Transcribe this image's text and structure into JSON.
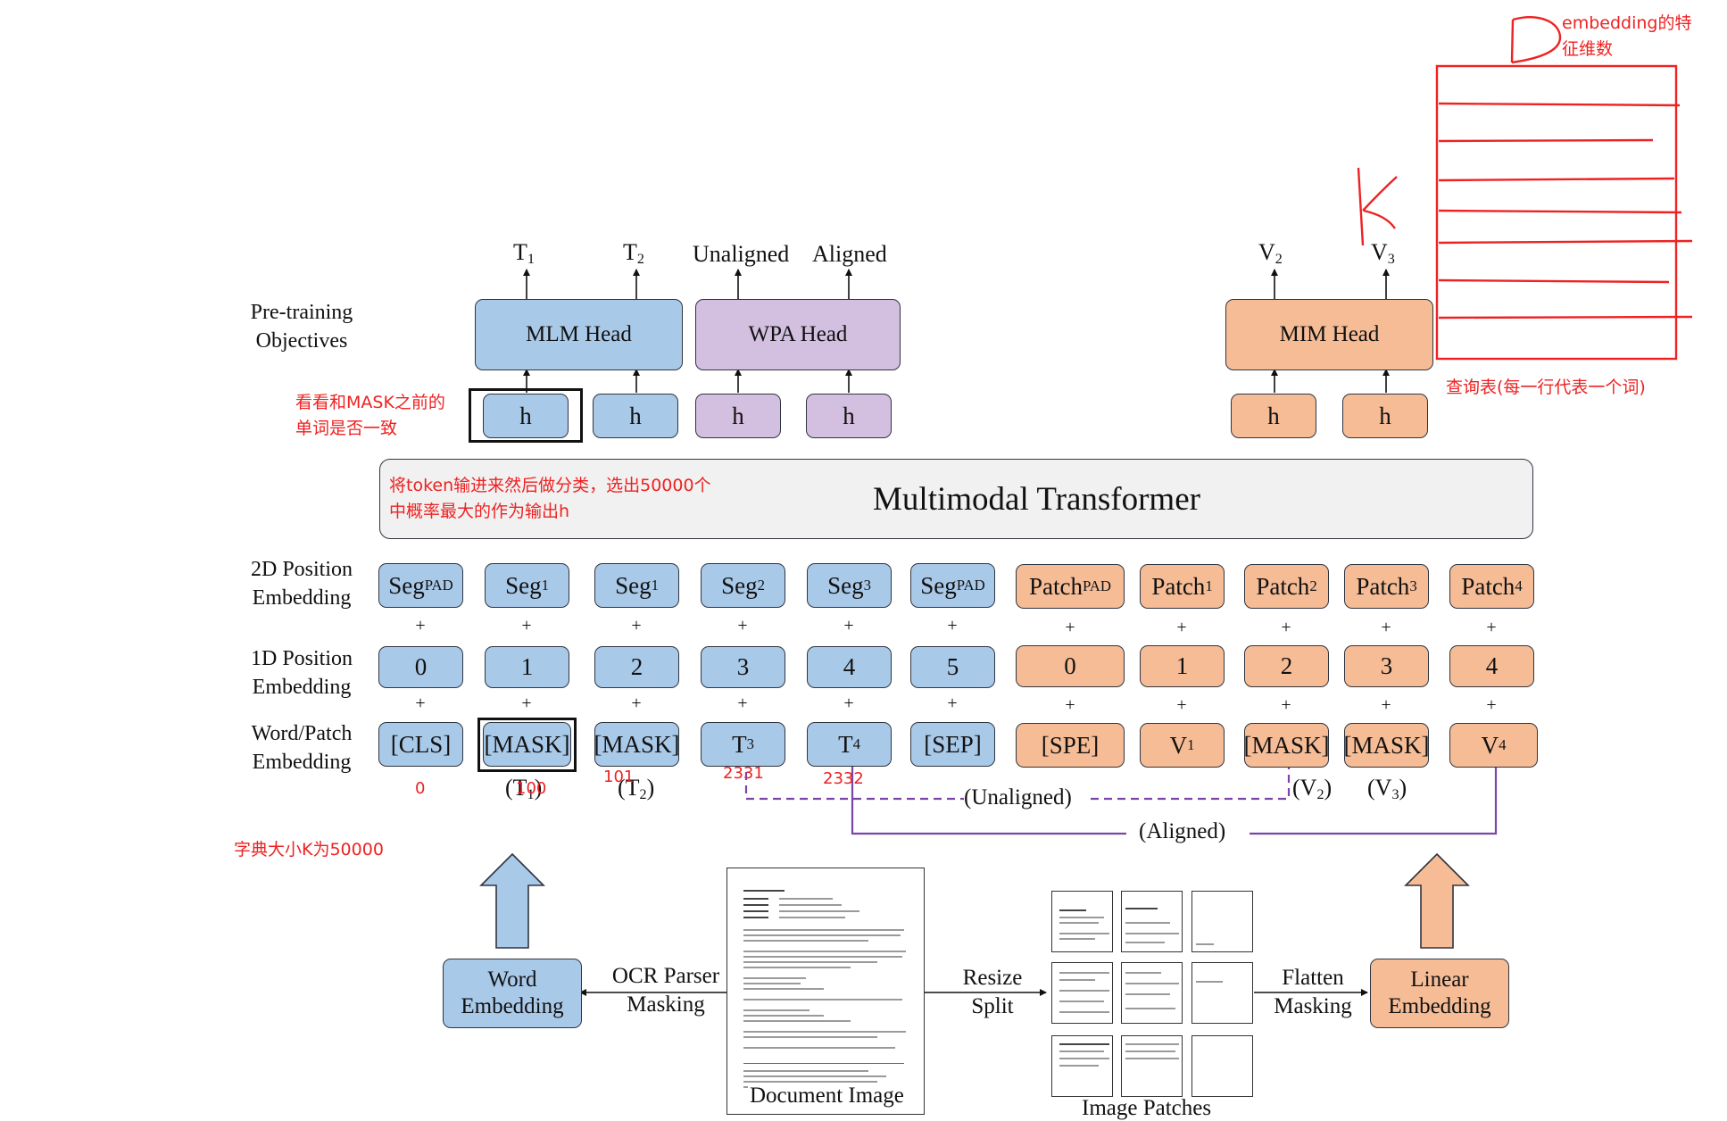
{
  "labels": {
    "pretraining": "Pre-training\nObjectives",
    "pos2d": "2D Position\nEmbedding",
    "pos1d": "1D Position\nEmbedding",
    "wordpatch": "Word/Patch\nEmbedding"
  },
  "outputs": {
    "t1": {
      "main": "T",
      "sub": "1"
    },
    "t2": {
      "main": "T",
      "sub": "2"
    },
    "unaligned": "Unaligned",
    "aligned": "Aligned",
    "v2": {
      "main": "V",
      "sub": "2"
    },
    "v3": {
      "main": "V",
      "sub": "3"
    }
  },
  "heads": {
    "mlm": "MLM Head",
    "wpa": "WPA Head",
    "mim": "MIM Head"
  },
  "h_label": "h",
  "transformer": "Multimodal Transformer",
  "plus": "+",
  "text_tokens": [
    {
      "seg": {
        "main": "Seg",
        "sub": "PAD"
      },
      "pos": "0",
      "emb": {
        "main": "[CLS]",
        "sub": ""
      }
    },
    {
      "seg": {
        "main": "Seg",
        "sub": "1"
      },
      "pos": "1",
      "emb": {
        "main": "[MASK]",
        "sub": ""
      }
    },
    {
      "seg": {
        "main": "Seg",
        "sub": "1"
      },
      "pos": "2",
      "emb": {
        "main": "[MASK]",
        "sub": ""
      }
    },
    {
      "seg": {
        "main": "Seg",
        "sub": "2"
      },
      "pos": "3",
      "emb": {
        "main": "T",
        "sub": "3"
      }
    },
    {
      "seg": {
        "main": "Seg",
        "sub": "3"
      },
      "pos": "4",
      "emb": {
        "main": "T",
        "sub": "4"
      }
    },
    {
      "seg": {
        "main": "Seg",
        "sub": "PAD"
      },
      "pos": "5",
      "emb": {
        "main": "[SEP]",
        "sub": ""
      }
    }
  ],
  "image_tokens": [
    {
      "seg": {
        "main": "Patch",
        "sub": "PAD"
      },
      "pos": "0",
      "emb": {
        "main": "[SPE]",
        "sub": ""
      }
    },
    {
      "seg": {
        "main": "Patch",
        "sub": "1"
      },
      "pos": "1",
      "emb": {
        "main": "V",
        "sub": "1"
      }
    },
    {
      "seg": {
        "main": "Patch",
        "sub": "2"
      },
      "pos": "2",
      "emb": {
        "main": "[MASK]",
        "sub": ""
      }
    },
    {
      "seg": {
        "main": "Patch",
        "sub": "3"
      },
      "pos": "3",
      "emb": {
        "main": "[MASK]",
        "sub": ""
      }
    },
    {
      "seg": {
        "main": "Patch",
        "sub": "4"
      },
      "pos": "4",
      "emb": {
        "main": "V",
        "sub": "4"
      }
    }
  ],
  "under_labels": {
    "t1": {
      "main": "(T",
      "sub": "1",
      "end": ")"
    },
    "t2": {
      "main": "(T",
      "sub": "2",
      "end": ")"
    },
    "v2": {
      "main": "(V",
      "sub": "2",
      "end": ")"
    },
    "v3": {
      "main": "(V",
      "sub": "3",
      "end": ")"
    },
    "unaligned": "(Unaligned)",
    "aligned": "(Aligned)"
  },
  "bottom": {
    "word_embedding": "Word\nEmbedding",
    "ocr": "OCR Parser\nMasking",
    "document_image": "Document Image",
    "resize": "Resize\nSplit",
    "image_patches": "Image Patches",
    "flatten": "Flatten\nMasking",
    "linear_embedding": "Linear\nEmbedding"
  },
  "annotations": {
    "same_word": "看看和MASK之前的\n单词是否一致",
    "token_note": "将token输进来然后做分类，选出50000个\n中概率最大的作为输出h",
    "dict_size": "字典大小K为50000",
    "lookup_table": "查询表(每一行代表一个词)",
    "embedding_dim": "embedding的特\n征维数",
    "ids": [
      "0",
      "100",
      "101",
      "2331",
      "2332"
    ]
  },
  "colors": {
    "text_token": "#a9c9e9",
    "wpa": "#d3bfe0",
    "image_token": "#f5bc96",
    "transformer": "#f1f1f1",
    "annotation": "#ee2222",
    "align_line": "#7a44a8"
  }
}
